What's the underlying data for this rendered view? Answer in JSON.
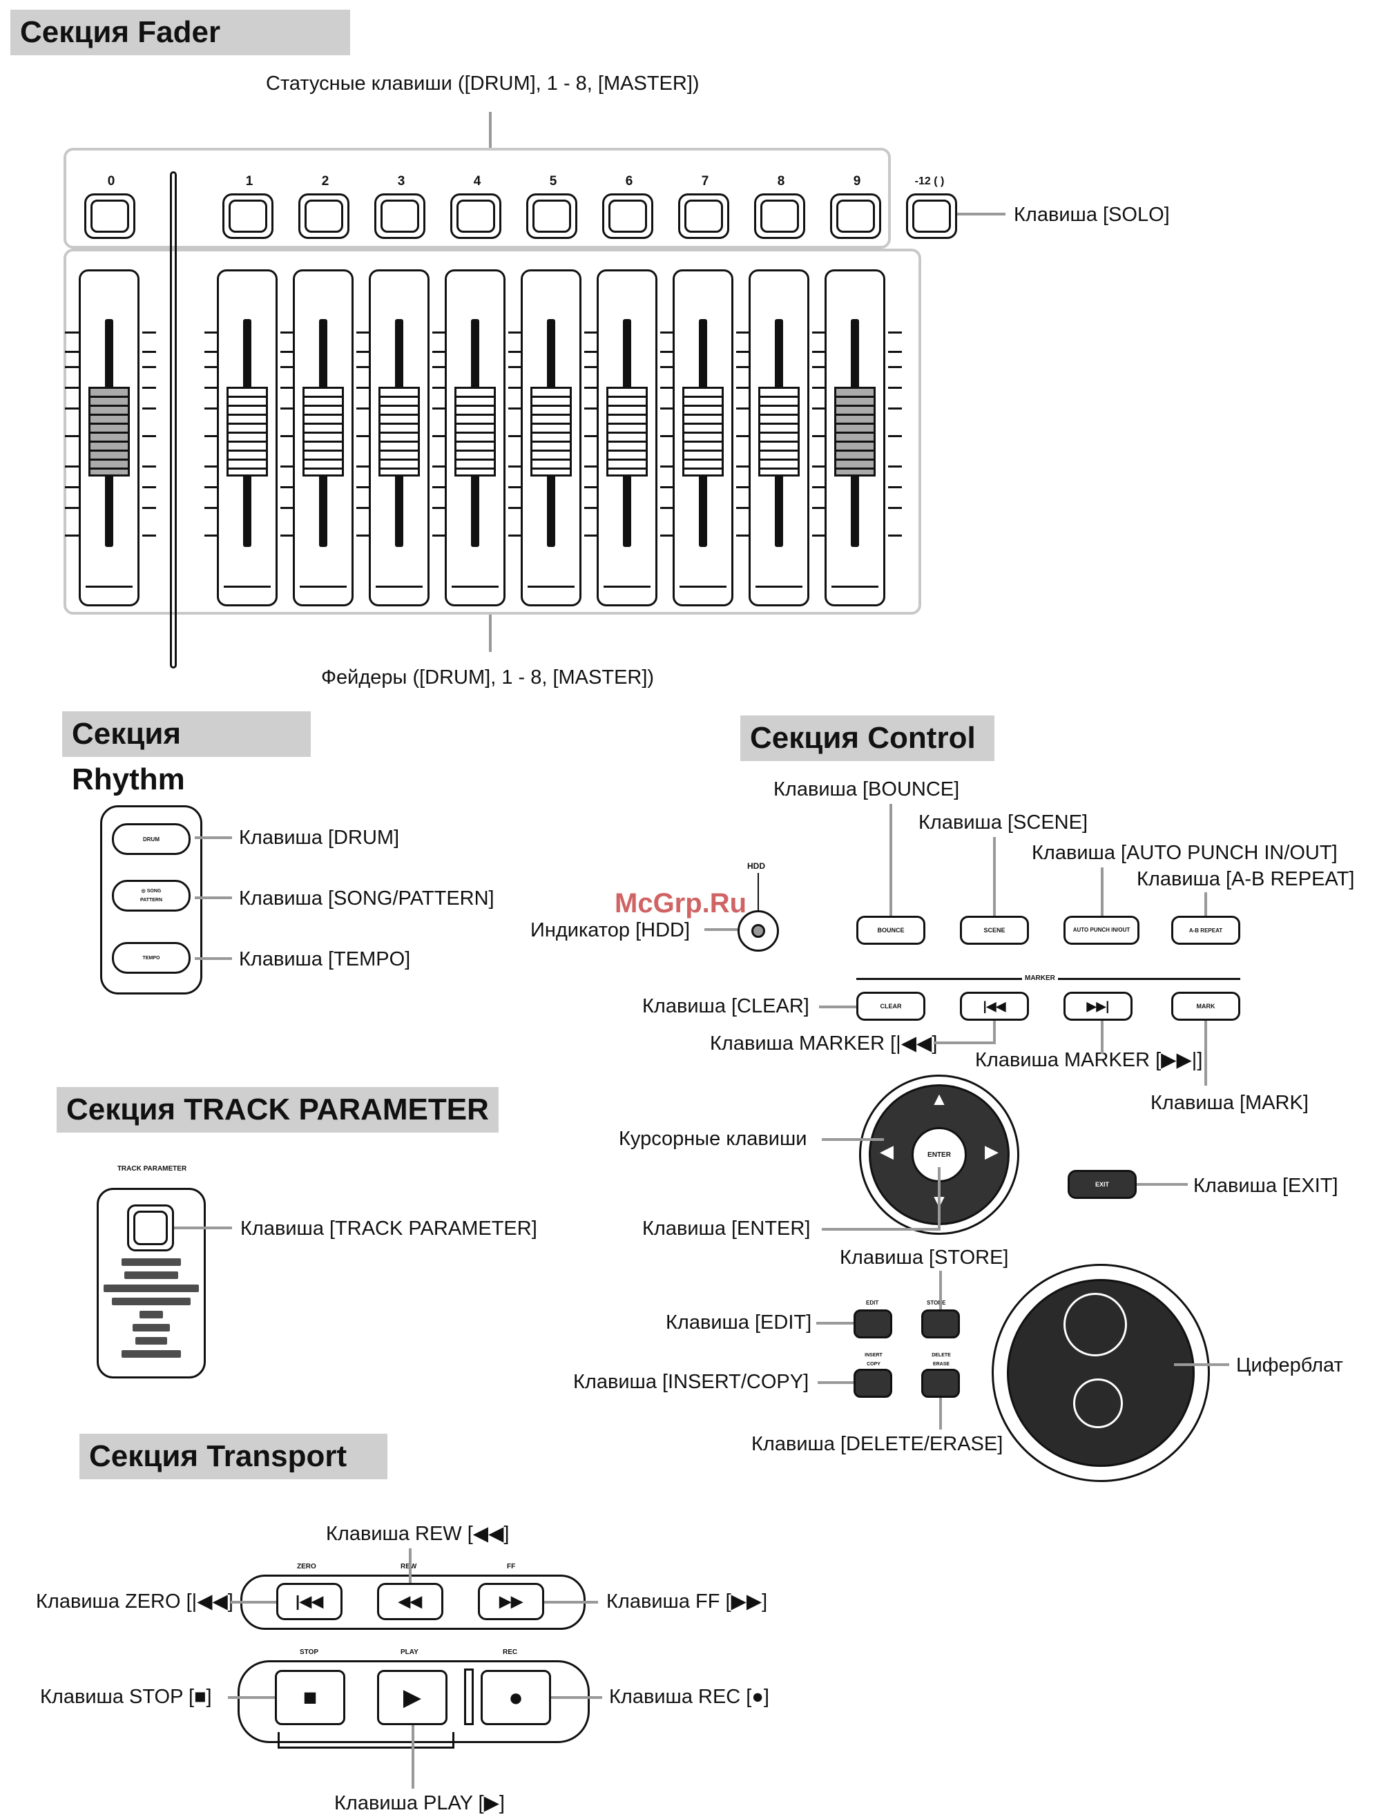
{
  "sections": {
    "fader": "Секция Fader",
    "rhythm": "Секция Rhythm",
    "control": "Секция Control",
    "track_parameter": "Секция TRACK PARAMETER",
    "transport": "Секция Transport"
  },
  "fader_section": {
    "status_keys_label": "Статусные клавиши ([DRUM], 1 - 8, [MASTER])",
    "faders_label": "Фейдеры ([DRUM], 1 - 8, [MASTER])",
    "solo_label": "Клавиша [SOLO]",
    "key_numbers": [
      "0",
      "1",
      "2",
      "3",
      "4",
      "5",
      "6",
      "7",
      "8",
      "9"
    ],
    "solo_key_number": "-12 ( )"
  },
  "rhythm_section": {
    "drum": "Клавиша [DRUM]",
    "song_pattern": "Клавиша [SONG/PATTERN]",
    "tempo": "Клавиша [TEMPO]"
  },
  "track_parameter_section": {
    "device_header": "TRACK PARAMETER",
    "key_label": "Клавиша [TRACK PARAMETER]"
  },
  "transport_section": {
    "rew": "Клавиша REW [◀◀]",
    "zero": "Клавиша ZERO [|◀◀]",
    "ff": "Клавиша FF [▶▶]",
    "stop": "Клавиша STOP [■]",
    "rec": "Клавиша REC [●]",
    "play": "Клавиша PLAY [▶]"
  },
  "control_section": {
    "bounce": "Клавиша [BOUNCE]",
    "scene": "Клавиша [SCENE]",
    "auto_punch": "Клавиша [AUTO PUNCH IN/OUT]",
    "ab_repeat": "Клавиша [A-B REPEAT]",
    "hdd_indicator": "Индикатор [HDD]",
    "clear": "Клавиша [CLEAR]",
    "marker_prev": "Клавиша MARKER [|◀◀]",
    "marker_next": "Клавиша MARKER [▶▶|]",
    "mark": "Клавиша [MARK]",
    "cursor": "Курсорные клавиши",
    "exit": "Клавиша [EXIT]",
    "enter": "Клавиша [ENTER]",
    "store": "Клавиша [STORE]",
    "edit": "Клавиша [EDIT]",
    "dial": "Циферблат",
    "insert_copy": "Клавиша [INSERT/COPY]",
    "delete_erase": "Клавиша [DELETE/ERASE]",
    "device": {
      "hdd": "HDD",
      "bounce": "BOUNCE",
      "scene": "SCENE",
      "auto_punch": "AUTO PUNCH IN/OUT",
      "ab_repeat": "A-B REPEAT",
      "marker": "MARKER",
      "clear": "CLEAR",
      "mark": "MARK",
      "enter": "ENTER",
      "exit": "EXIT"
    }
  },
  "watermark": "McGrp.Ru"
}
